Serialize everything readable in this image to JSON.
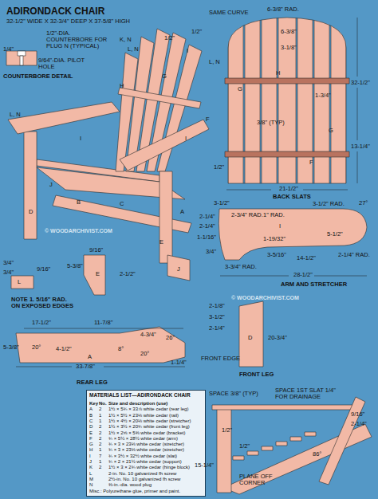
{
  "diagram": {
    "title": "ADIRONDACK CHAIR",
    "nodes": [
      {
        "text": [
          "MATERIALS LIST—ADIRONDACK CHAIR"
        ]
      }
    ],
    "labels": [
      "32-1/2\" WIDE X 32-3/4\" DEEP X 37-5/8\" HIGH",
      "1/2\"-DIA. COUNTERBORE FOR PLUG N (TYPICAL)",
      "1/4\"",
      "9/64\"-DIA. PILOT HOLE",
      "COUNTERBORE DETAIL",
      "L, N",
      "K, N",
      "L, N",
      "1/2\"",
      "1/2\"",
      "L, N",
      "I",
      "H",
      "I",
      "I",
      "F",
      "B",
      "J",
      "D",
      "C",
      "A",
      "G",
      "E",
      "SAME CURVE",
      "6-3/8\" RAD.",
      "6-3/8\"",
      "3-1/8\"",
      "H",
      "G",
      "1-3/4\"",
      "3/8\" (TYP)",
      "G",
      "F",
      "1/2\"",
      "21-1/2\"",
      "32-1/2\"",
      "13-1/4\"",
      "BACK SLATS",
      "3-1/2\"",
      "2-3/4\" RAD.",
      "1\" RAD.",
      "I",
      "3-1/2\" RAD.",
      "27°",
      "2-1/4\"",
      "2-1/4\"",
      "1-1/16\"",
      "1-19/32\"",
      "5-1/2\"",
      "3/4\"",
      "3-3/4\" RAD.",
      "3-5/16\"",
      "14-1/2\"",
      "2-1/4\" RAD.",
      "28-1/2\"",
      "ARM AND STRETCHER",
      "3/4\"",
      "3/4\"",
      "9/16\"",
      "L",
      "NOTE 1. 5/16\" RAD. ON EXPOSED EDGES",
      "9/16\"",
      "5-3/8\"",
      "E",
      "2-1/2\"",
      "J",
      "17-1/2\"",
      "11-7/8\"",
      "4-3/4\"",
      "26°",
      "5-3/8\"",
      "20°",
      "4-1/2\"",
      "8°",
      "20°",
      "1-1/4\"",
      "A",
      "33-7/8\"",
      "REAR LEG",
      "2-1/8\"",
      "3-1/2\"",
      "2-1/4\"",
      "FRONT EDGE",
      "D",
      "20-3/4\"",
      "FRONT LEG",
      "SPACE 3/8\" (TYP)",
      "SPACE 1ST SLAT 1/4\" FOR DRAINAGE",
      "9/16\"",
      "2-1/4\"",
      "86°",
      "1/2\"",
      "15-1/4\"",
      "PLANE OFF CORNER",
      "1/2\"",
      "© WOODARCHIVIST.COM",
      "© WOODARCHIVIST.COM",
      "Key",
      "No.",
      "Size and description (use)",
      "A",
      "2",
      "1½ × 5¾ × 33⅞ white cedar (rear leg)",
      "B",
      "1",
      "1½ × 5½ × 23⅛ white cedar (rail)",
      "C",
      "1",
      "1½ × 4½ × 20⅛ white cedar (stretcher)",
      "D",
      "2",
      "1½ × 3½ × 20¾ white cedar (front leg)",
      "E",
      "2",
      "1½ × 2⅝ × 5⅜ white cedar (bracket)",
      "F",
      "2",
      "¾ × 5½ × 28½ white cedar (arm)",
      "G",
      "2",
      "¾ × 3 × 23⅛ white cedar (stretcher)",
      "H",
      "1",
      "¾ × 3 × 23⅛ white cedar (stretcher)",
      "I",
      "7",
      "¾ × 3½ × 32½ white cedar (slat)",
      "J",
      "1",
      "¾ × 2 × 21½ white cedar (support)",
      "K",
      "2",
      "1½ × 3 × 2¾ white cedar (hinge block)",
      "L",
      "2-in. No. 10 galvanized fh screw",
      "M",
      "2½-in. No. 10 galvanized fh screw",
      "N",
      "⅜-in.-dia. wood plug",
      "Misc.: Polyurethane glue, primer and paint."
    ]
  }
}
